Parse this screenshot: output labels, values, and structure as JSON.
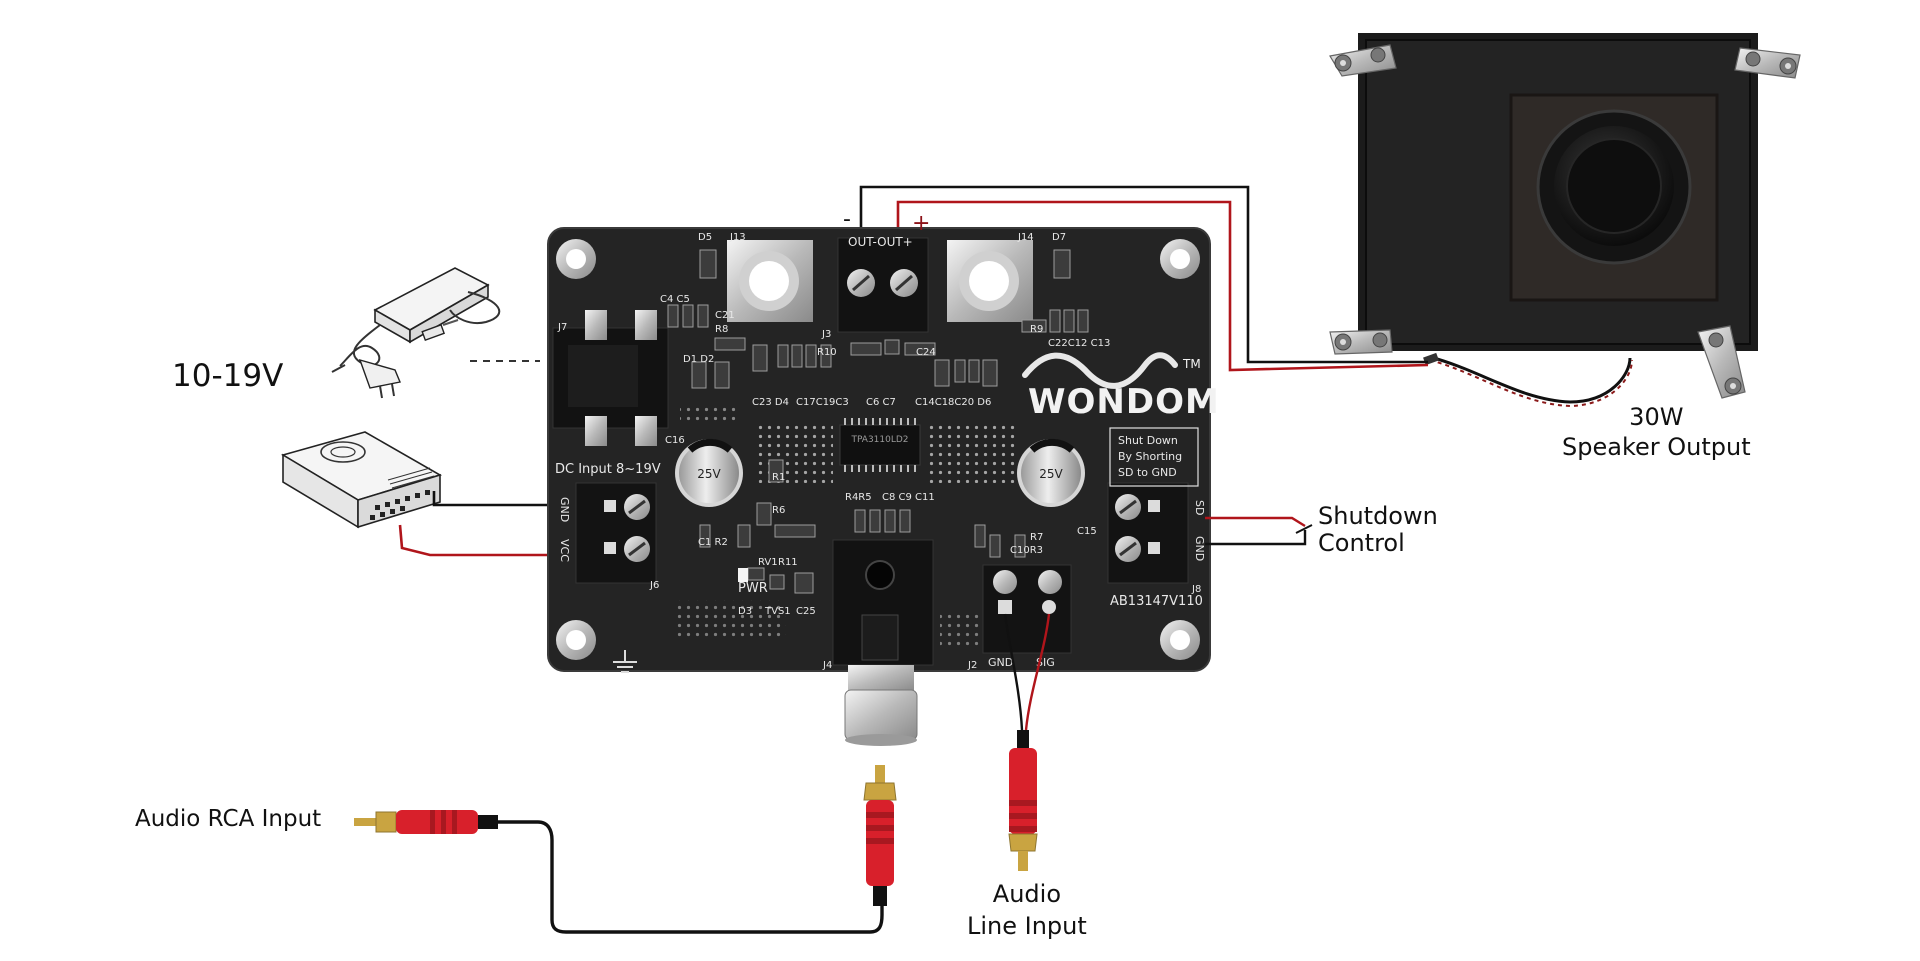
{
  "labels": {
    "power_voltage": "10-19V",
    "speaker_line1": "30W",
    "speaker_line2": "Speaker Output",
    "shutdown_line1": "Shutdown",
    "shutdown_line2": "Control",
    "rca_input": "Audio RCA Input",
    "line_input_line1": "Audio",
    "line_input_line2": "Line Input"
  },
  "board": {
    "brand": "WONDOM",
    "trademark": "TM",
    "model": "AB13147V110",
    "chip_label": "TPA3110LD2",
    "dc_input": "DC Input 8~19V",
    "shutdown_note_1": "Shut Down",
    "shutdown_note_2": "By Shorting",
    "shutdown_note_3": "SD to GND",
    "pwr": "PWR",
    "terminal_gnd": "GND",
    "terminal_vcc": "VCC",
    "terminal_sd": "SD",
    "terminal_gnd2": "GND",
    "line_gnd": "GND",
    "line_sig": "SIG",
    "out_minus": "-",
    "out_plus": "+",
    "out_label": "OUT-OUT+",
    "cap1_label": "25V",
    "cap2_label": "25V",
    "designators": {
      "j13": "J13",
      "j14": "J14",
      "d5": "D5",
      "d7": "D7",
      "j7": "J7",
      "j3": "J3",
      "j6": "J6",
      "j4": "J4",
      "j2": "J2",
      "j8": "J8",
      "c16": "C16",
      "c15": "C15",
      "r1": "R1",
      "r6": "R6",
      "r7": "R7",
      "c1r2": "C1 R2",
      "rv1": "RV1",
      "r11": "R11",
      "d3": "D3",
      "tvs1": "TVS1",
      "c25": "C25",
      "r4r5": "R4R5",
      "c8c9c11": "C8 C9 C11",
      "c10r3": "C10R3",
      "c4c5": "C4 C5",
      "c21": "C21",
      "r8": "R8",
      "d1d2": "D1 D2",
      "c23d4": "C23 D4",
      "c17c19c3": "C17C19C3",
      "r10": "R10",
      "c6c7": "C6 C7",
      "c24": "C24",
      "c14": "C14C18C20 D6",
      "r9": "R9",
      "c22": "C22C12 C13"
    }
  },
  "colors": {
    "pcb": "#242424",
    "wire_red": "#b0151b",
    "wire_black": "#111111",
    "rca_red": "#d8202b",
    "gold": "#c9a441"
  }
}
